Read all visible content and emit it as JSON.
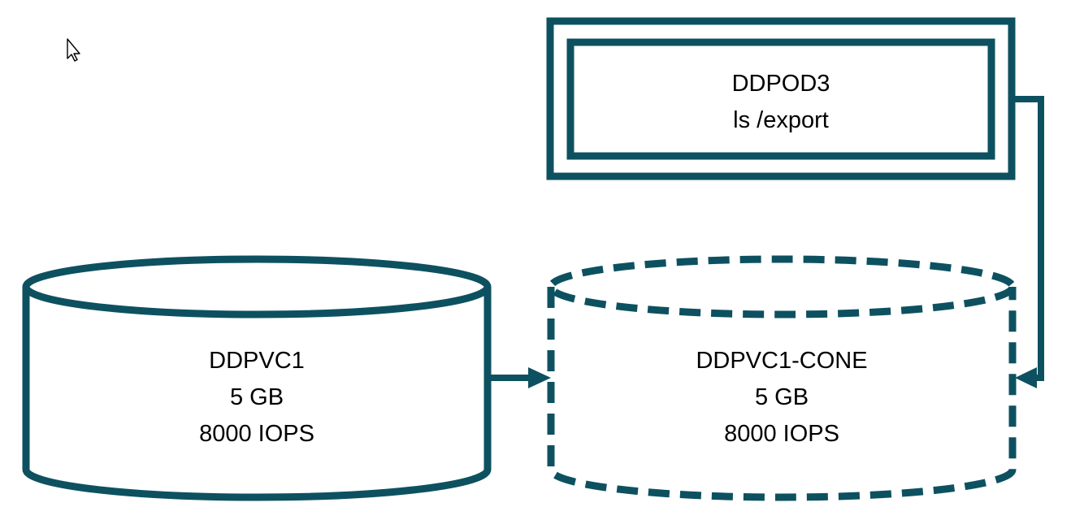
{
  "colors": {
    "stroke": "#0d5160",
    "text": "#000000",
    "background": "#ffffff"
  },
  "cursor_icon": "arrow-pointer-icon",
  "pod": {
    "name": "DDPOD3",
    "command": "ls /export"
  },
  "source_volume": {
    "name": "DDPVC1",
    "size": "5 GB",
    "iops": "8000 IOPS"
  },
  "clone_volume": {
    "name": "DDPVC1-CONE",
    "size": "5 GB",
    "iops": "8000 IOPS"
  }
}
